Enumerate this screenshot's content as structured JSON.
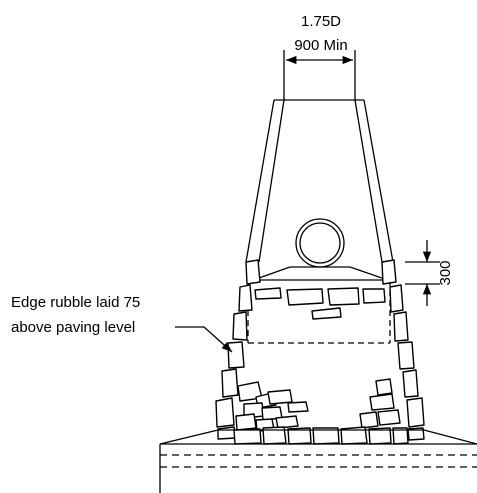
{
  "dimensions": {
    "top_ratio": "1.75D",
    "top_min": "900 Min",
    "side": "300"
  },
  "callout": {
    "line1": "Edge rubble laid 75",
    "line2": "above paving level"
  }
}
